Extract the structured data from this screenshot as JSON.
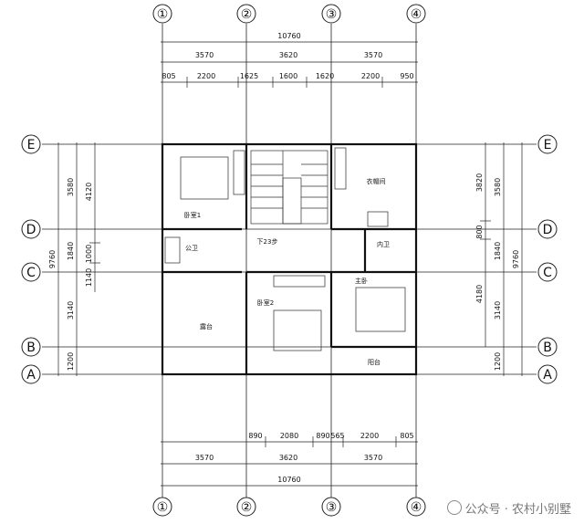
{
  "grid_axes": {
    "vertical": [
      "①",
      "②",
      "③",
      "④"
    ],
    "horizontal": [
      "E",
      "D",
      "C",
      "B",
      "A"
    ]
  },
  "dims_top": {
    "total": "10760",
    "spans": [
      "3570",
      "3620",
      "3570"
    ],
    "segments": [
      "805",
      "2200",
      "1625",
      "1600",
      "1620",
      "2200",
      "950"
    ]
  },
  "dims_bottom": {
    "total": "10760",
    "spans": [
      "3570",
      "3620",
      "3570"
    ],
    "segments": [
      "890",
      "2080",
      "890",
      "565",
      "2200",
      "805"
    ]
  },
  "dims_left": {
    "total": "9760",
    "spans": [
      "3580",
      "1840",
      "3140",
      "1200"
    ],
    "inner": [
      "4120",
      "1000",
      "1140"
    ]
  },
  "dims_right": {
    "total": "9760",
    "spans": [
      "3580",
      "1840",
      "3140",
      "1200"
    ],
    "inner": [
      "3820",
      "800",
      "4180"
    ]
  },
  "rooms": {
    "bedroom1": "卧室1",
    "public_bath": "公卫",
    "stairs": "下23步",
    "closet": "衣帽间",
    "inner_bath": "内卫",
    "master": "主卧",
    "bedroom2": "卧室2",
    "terrace": "露台",
    "balcony": "阳台"
  },
  "watermark": "公众号 · 农村小别墅"
}
